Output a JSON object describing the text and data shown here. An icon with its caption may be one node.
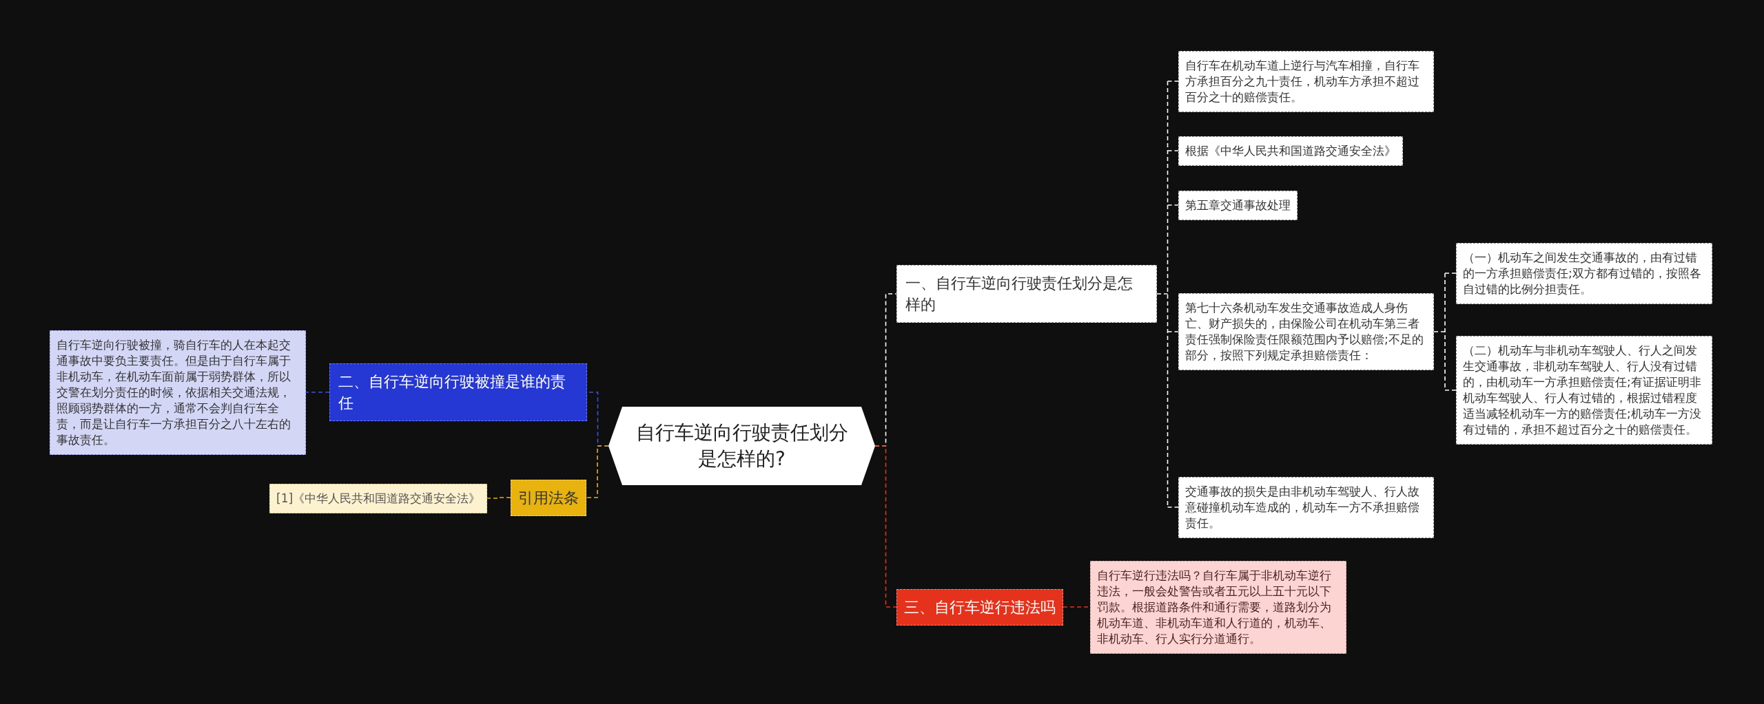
{
  "diagram": {
    "nodes": [
      {
        "text": [
          "自行车逆向行驶责任划分是怎样的?"
        ]
      },
      {
        "text": [
          "一、自行车逆向行驶责任划分是怎样的"
        ]
      },
      {
        "text": [
          "自行车在机动车道上逆行与汽车相撞，自行车方承担百分之九十责任，机动车方承担不超过百分之十的赔偿责任。"
        ]
      },
      {
        "text": [
          "根据《中华人民共和国道路交通安全法》"
        ]
      },
      {
        "text": [
          "第五章交通事故处理"
        ]
      },
      {
        "text": [
          "第七十六条机动车发生交通事故造成人身伤亡、财产损失的，由保险公司在机动车第三者责任强制保险责任限额范围内予以赔偿;不足的部分，按照下列规定承担赔偿责任："
        ]
      },
      {
        "text": [
          "（一）机动车之间发生交通事故的，由有过错的一方承担赔偿责任;双方都有过错的，按照各自过错的比例分担责任。"
        ]
      },
      {
        "text": [
          "（二）机动车与非机动车驾驶人、行人之间发生交通事故，非机动车驾驶人、行人没有过错的，由机动车一方承担赔偿责任;有证据证明非机动车驾驶人、行人有过错的，根据过错程度适当减轻机动车一方的赔偿责任;机动车一方没有过错的，承担不超过百分之十的赔偿责任。"
        ]
      },
      {
        "text": [
          "交通事故的损失是由非机动车驾驶人、行人故意碰撞机动车造成的，机动车一方不承担赔偿责任。"
        ]
      },
      {
        "text": [
          "三、自行车逆行违法吗"
        ]
      },
      {
        "text": [
          "自行车逆行违法吗？自行车属于非机动车逆行违法，一般会处警告或者五元以上五十元以下罚款。根据道路条件和通行需要，道路划分为机动车道、非机动车道和人行道的，机动车、非机动车、行人实行分道通行。"
        ]
      },
      {
        "text": [
          "二、自行车逆向行驶被撞是谁的责任"
        ]
      },
      {
        "text": [
          "自行车逆向行驶被撞，骑自行车的人在本起交通事故中要负主要责任。但是由于自行车属于非机动车，在机动车面前属于弱势群体，所以交警在划分责任的时候，依据相关交通法规，照顾弱势群体的一方，通常不会判自行车全责，而是让自行车一方承担百分之八十左右的事故责任。"
        ]
      },
      {
        "text": [
          "引用法条"
        ]
      },
      {
        "text": [
          "[1]《中华人民共和国道路交通安全法》"
        ]
      }
    ],
    "edges": [
      {
        "from": 0,
        "to": 1,
        "arrow": "none",
        "style": "dashed"
      },
      {
        "from": 1,
        "to": 2,
        "arrow": "none",
        "style": "dashed"
      },
      {
        "from": 1,
        "to": 3,
        "arrow": "none",
        "style": "dashed"
      },
      {
        "from": 1,
        "to": 4,
        "arrow": "none",
        "style": "dashed"
      },
      {
        "from": 1,
        "to": 5,
        "arrow": "none",
        "style": "dashed"
      },
      {
        "from": 5,
        "to": 6,
        "arrow": "none",
        "style": "dashed"
      },
      {
        "from": 5,
        "to": 7,
        "arrow": "none",
        "style": "dashed"
      },
      {
        "from": 1,
        "to": 8,
        "arrow": "none",
        "style": "dashed"
      },
      {
        "from": 0,
        "to": 9,
        "arrow": "none",
        "style": "dashed",
        "color": "#e5321c"
      },
      {
        "from": 9,
        "to": 10,
        "arrow": "none",
        "style": "dashed",
        "color": "#e5321c"
      },
      {
        "from": 0,
        "to": 11,
        "arrow": "none",
        "style": "dashed",
        "color": "#3d52e0"
      },
      {
        "from": 11,
        "to": 12,
        "arrow": "none",
        "style": "dashed",
        "color": "#3d52e0"
      },
      {
        "from": 0,
        "to": 13,
        "arrow": "none",
        "style": "dashed",
        "color": "#e8b20f"
      },
      {
        "from": 13,
        "to": 14,
        "arrow": "none",
        "style": "dashed",
        "color": "#e8b20f"
      }
    ]
  }
}
